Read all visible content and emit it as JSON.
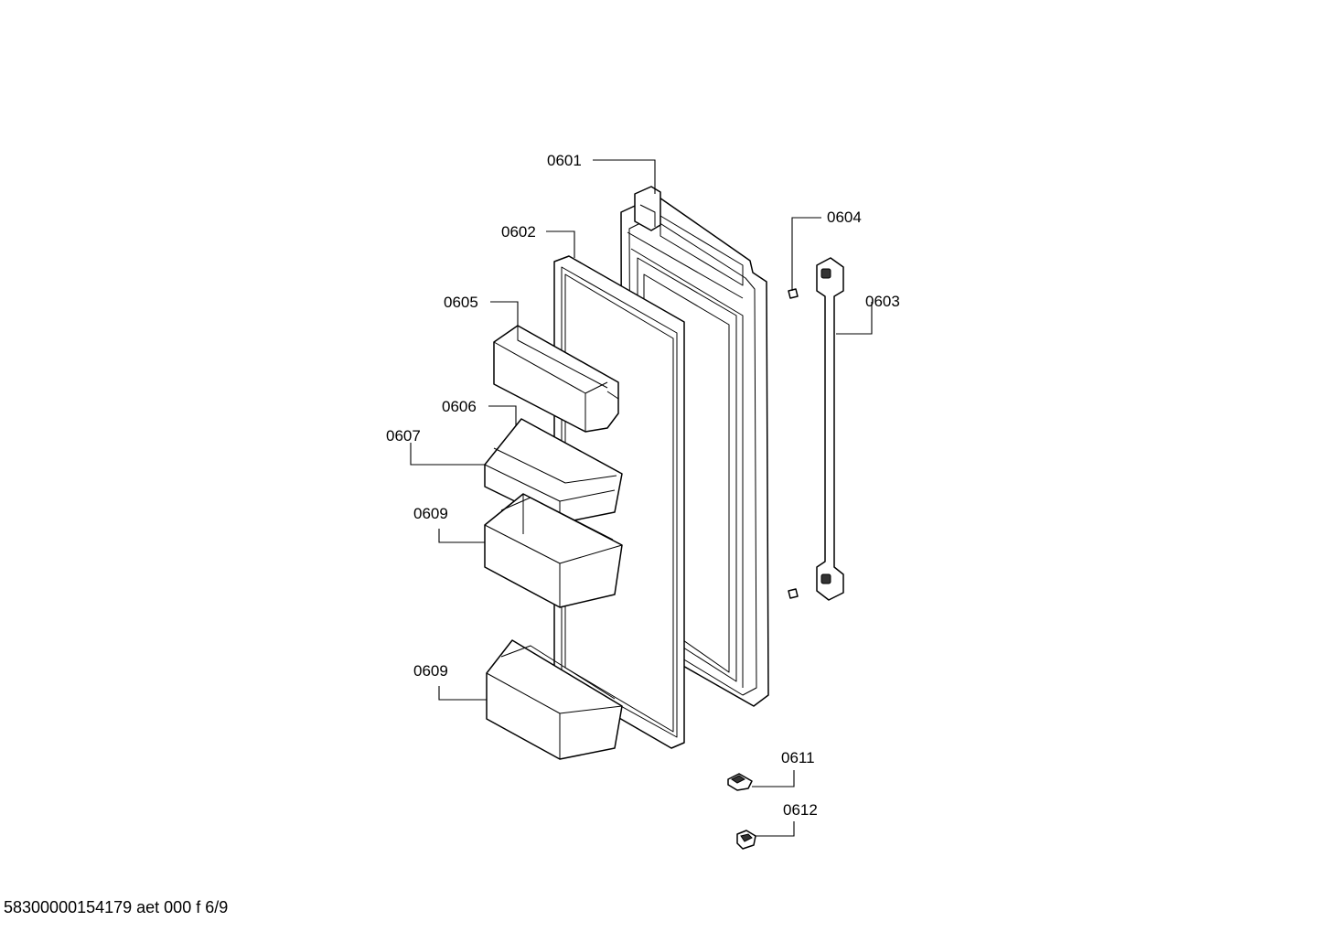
{
  "callouts": {
    "c0601": "0601",
    "c0602": "0602",
    "c0603": "0603",
    "c0604": "0604",
    "c0605": "0605",
    "c0606": "0606",
    "c0607": "0607",
    "c0609a": "0609",
    "c0609b": "0609",
    "c0611": "0611",
    "c0612": "0612"
  },
  "footer": {
    "document_code": "58300000154179 aet 000 f 6/9"
  }
}
